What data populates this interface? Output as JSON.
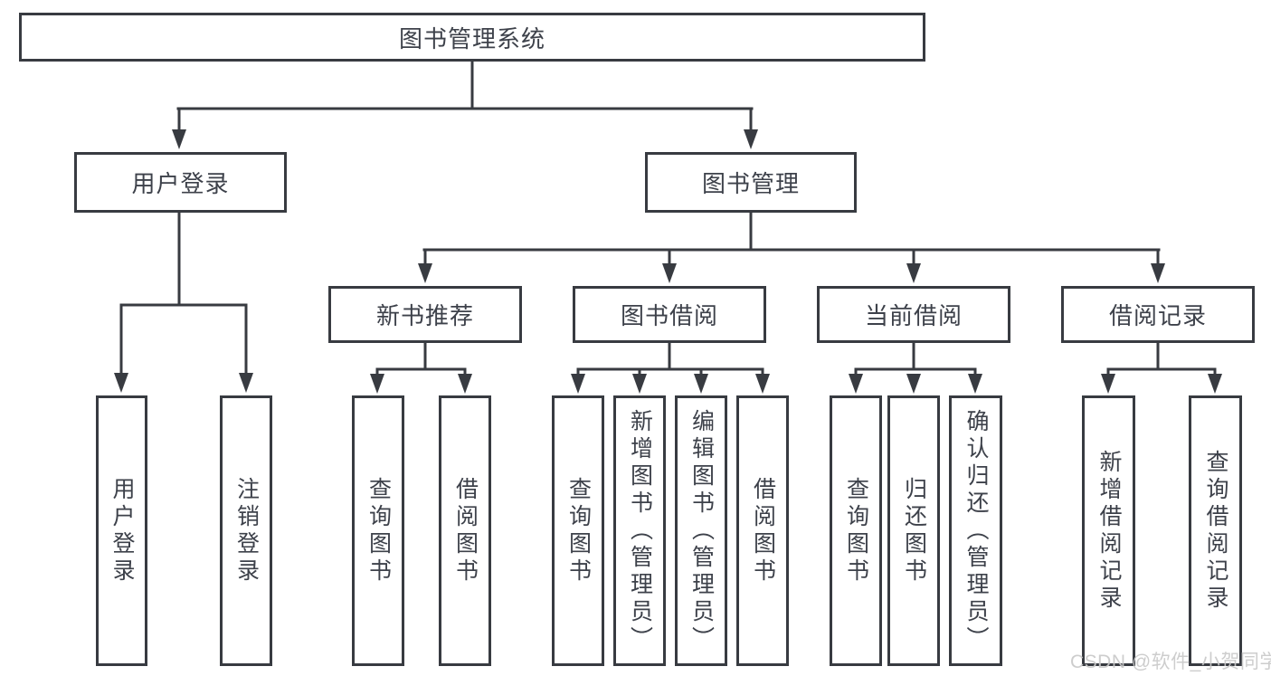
{
  "diagram_title": "图书管理系统",
  "colors": {
    "line": "#383b41",
    "box_border": "#383b41",
    "box_fill": "#ffffff",
    "text": "#3d414a",
    "watermark": "#c9c9c9",
    "background": "#ffffff"
  },
  "nodes": {
    "root": "图书管理系统",
    "user_login": "用户登录",
    "book_mgmt": "图书管理",
    "new_book_rec": "新书推荐",
    "book_borrow": "图书借阅",
    "current_borrow": "当前借阅",
    "borrow_records": "借阅记录",
    "ul_user_login": "用户登录",
    "ul_logout": "注销登录",
    "nb_query": "查询图书",
    "nb_borrow": "借阅图书",
    "bb_query": "查询图书",
    "bb_add": "新增图书（管理员）",
    "bb_edit": "编辑图书（管理员）",
    "bb_borrow": "借阅图书",
    "cb_query": "查询图书",
    "cb_return": "归还图书",
    "cb_confirm": "确认归还（管理员）",
    "br_add": "新增借阅记录",
    "br_query": "查询借阅记录"
  },
  "tree": {
    "label": "图书管理系统",
    "children": [
      {
        "label": "用户登录",
        "children": [
          {
            "label": "用户登录"
          },
          {
            "label": "注销登录"
          }
        ]
      },
      {
        "label": "图书管理",
        "children": [
          {
            "label": "新书推荐",
            "children": [
              {
                "label": "查询图书"
              },
              {
                "label": "借阅图书"
              }
            ]
          },
          {
            "label": "图书借阅",
            "children": [
              {
                "label": "查询图书"
              },
              {
                "label": "新增图书（管理员）"
              },
              {
                "label": "编辑图书（管理员）"
              },
              {
                "label": "借阅图书"
              }
            ]
          },
          {
            "label": "当前借阅",
            "children": [
              {
                "label": "查询图书"
              },
              {
                "label": "归还图书"
              },
              {
                "label": "确认归还（管理员）"
              }
            ]
          },
          {
            "label": "借阅记录",
            "children": [
              {
                "label": "新增借阅记录"
              },
              {
                "label": "查询借阅记录"
              }
            ]
          }
        ]
      }
    ]
  },
  "watermark": "CSDN @软件_小贺同学"
}
